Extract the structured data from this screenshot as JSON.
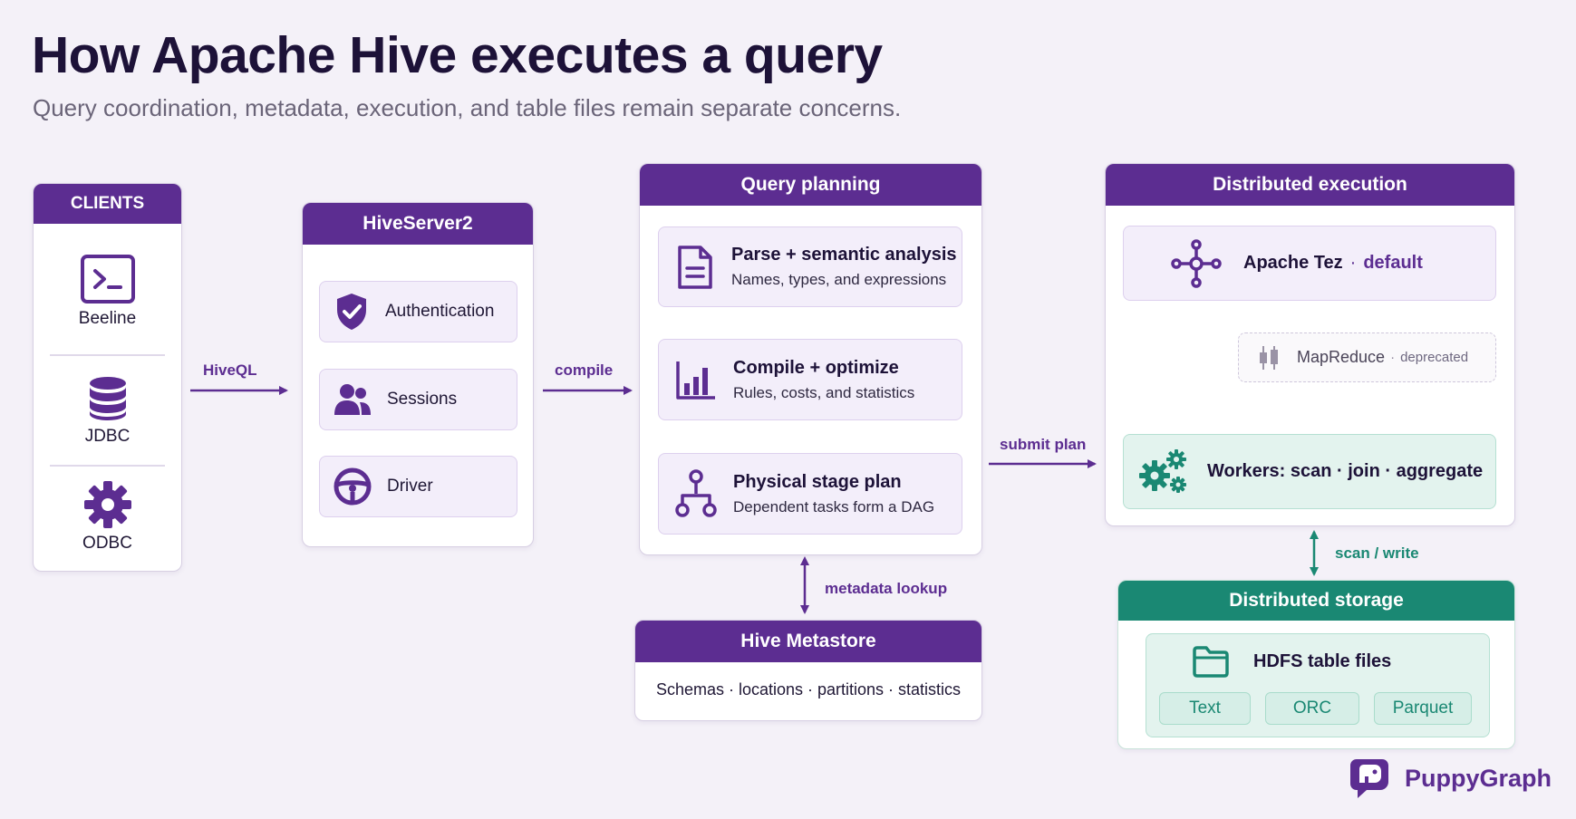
{
  "title": "How Apache Hive executes a query",
  "subtitle": "Query coordination, metadata, execution, and table files remain separate concerns.",
  "clients": {
    "header": "CLIENTS",
    "items": [
      {
        "label": "Beeline",
        "icon": "terminal-icon"
      },
      {
        "label": "JDBC",
        "icon": "database-icon"
      },
      {
        "label": "ODBC",
        "icon": "gear-icon"
      }
    ]
  },
  "hiveserver": {
    "header": "HiveServer2",
    "items": [
      {
        "label": "Authentication",
        "icon": "shield-check-icon"
      },
      {
        "label": "Sessions",
        "icon": "users-icon"
      },
      {
        "label": "Driver",
        "icon": "steering-wheel-icon"
      }
    ]
  },
  "planning": {
    "header": "Query planning",
    "steps": [
      {
        "title": "Parse + semantic analysis",
        "desc": "Names, types, and expressions",
        "icon": "document-icon"
      },
      {
        "title": "Compile + optimize",
        "desc": "Rules, costs, and statistics",
        "icon": "bar-chart-icon"
      },
      {
        "title": "Physical stage plan",
        "desc": "Dependent tasks form a DAG",
        "icon": "dag-icon"
      }
    ]
  },
  "metastore": {
    "header": "Hive Metastore",
    "content": "Schemas · locations · partitions · statistics"
  },
  "execution": {
    "header": "Distributed execution",
    "tez": {
      "name": "Apache Tez",
      "sep": "·",
      "note": "default",
      "icon": "network-hub-icon"
    },
    "mapreduce": {
      "name": "MapReduce",
      "sep": "·",
      "note": "deprecated",
      "icon": "candlestick-icon"
    },
    "workers": {
      "label": "Workers: scan · join · aggregate",
      "icon": "gears-icon"
    }
  },
  "storage": {
    "header": "Distributed storage",
    "title": "HDFS table files",
    "icon": "folder-icon",
    "formats": [
      "Text",
      "ORC",
      "Parquet"
    ]
  },
  "arrows": {
    "hiveql": "HiveQL",
    "compile": "compile",
    "submit_plan": "submit plan",
    "metadata_lookup": "metadata lookup",
    "scan_write": "scan / write"
  },
  "brand": {
    "name": "PuppyGraph",
    "icon": "puppygraph-logo-icon"
  },
  "colors": {
    "purple": "#5c2d91",
    "teal": "#1a8873",
    "background": "#f4f1f8"
  }
}
